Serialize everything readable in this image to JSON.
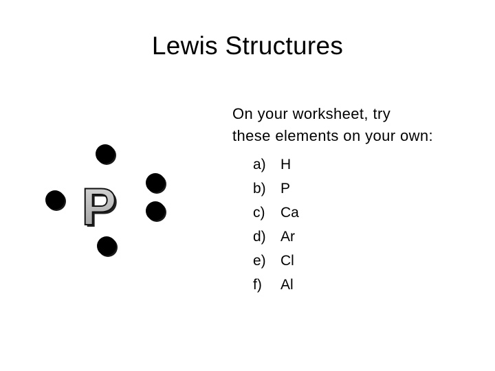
{
  "slide": {
    "title": "Lewis Structures",
    "instruction_line1": "On  your worksheet, try",
    "instruction_line2": "these elements on your own:",
    "items": [
      {
        "label": "a)",
        "element": "H"
      },
      {
        "label": "b)",
        "element": "P"
      },
      {
        "label": "c)",
        "element": "Ca"
      },
      {
        "label": "d)",
        "element": "Ar"
      },
      {
        "label": "e)",
        "element": "Cl"
      },
      {
        "label": "f)",
        "element": "Al"
      }
    ]
  },
  "lewis_diagram": {
    "symbol": "P",
    "valence_electrons": 5,
    "dot_color": "#000000"
  }
}
